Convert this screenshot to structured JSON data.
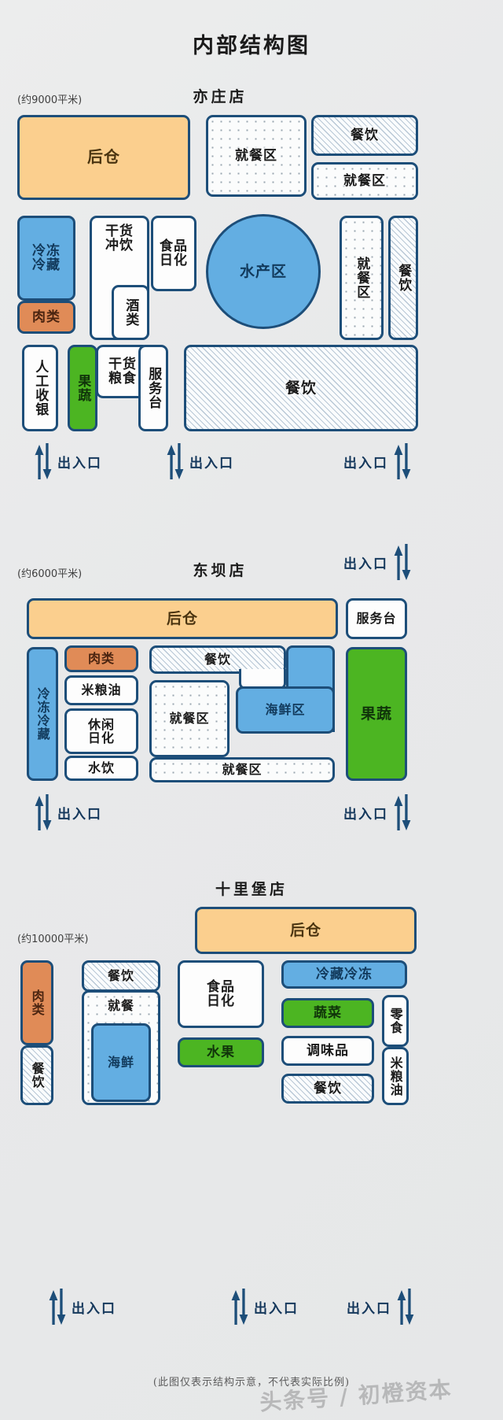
{
  "title": "内部结构图",
  "footnote": "(此图仅表示结构示意，不代表实际比例)",
  "watermark": "头条号 / 初橙资本",
  "labels": {
    "entrance": "出入口",
    "warehouse": "后仓",
    "dining_area": "就餐区",
    "dining_short": "就餐",
    "catering": "餐饮",
    "frozen_chilled": "冷冻\n冷藏",
    "chilled_frozen_h": "冷藏冷冻",
    "meat": "肉类",
    "dry_drink": "干货\n冲饮",
    "food_daily": "食品\n日化",
    "liquor": "酒类",
    "aquatic": "水产区",
    "seafood_area": "海鲜区",
    "seafood": "海鲜",
    "manual_cashier": "人工\n收银",
    "produce": "果蔬",
    "dry_grain": "干货\n粮食",
    "service_desk": "服务台",
    "rice_oil_h": "米粮油",
    "leisure_daily": "休闲\n日化",
    "water_drink": "水饮",
    "vegetables": "蔬菜",
    "fruits": "水果",
    "seasoning": "调味品",
    "snacks": "零食",
    "rice_oil_v": "米粮油"
  },
  "colors": {
    "border": "#1d4e79",
    "warehouse": "#fbcf8e",
    "meat": "#e08b57",
    "blue": "#63aee2",
    "green": "#4cb522",
    "background": "#e9eaeb",
    "entrance_text": "#15385c"
  },
  "stores": [
    {
      "id": "yizhuang",
      "name": "亦庄店",
      "area_note": "(约9000平米)",
      "zones": [
        {
          "name": "后仓",
          "fill": "warehouse",
          "orientation": "h"
        },
        {
          "name": "就餐区",
          "fill": "dots",
          "orientation": "h"
        },
        {
          "name": "餐饮",
          "fill": "hatch",
          "orientation": "h"
        },
        {
          "name": "就餐区",
          "fill": "dots",
          "orientation": "h"
        },
        {
          "name": "冷冻冷藏",
          "fill": "blue",
          "orientation": "h"
        },
        {
          "name": "肉类",
          "fill": "meat",
          "orientation": "h"
        },
        {
          "name": "干货冲饮",
          "fill": "white",
          "orientation": "h"
        },
        {
          "name": "食品日化",
          "fill": "white",
          "orientation": "h"
        },
        {
          "name": "酒类",
          "fill": "white",
          "orientation": "v"
        },
        {
          "name": "水产区",
          "fill": "blue",
          "orientation": "h",
          "shape": "circle"
        },
        {
          "name": "就餐区",
          "fill": "dots",
          "orientation": "v"
        },
        {
          "name": "餐饮",
          "fill": "hatch",
          "orientation": "v"
        },
        {
          "name": "人工收银",
          "fill": "white",
          "orientation": "v"
        },
        {
          "name": "果蔬",
          "fill": "green",
          "orientation": "v"
        },
        {
          "name": "干货粮食",
          "fill": "white",
          "orientation": "h"
        },
        {
          "name": "服务台",
          "fill": "white",
          "orientation": "v"
        },
        {
          "name": "餐饮",
          "fill": "hatch",
          "orientation": "h"
        }
      ],
      "entrances": 3
    },
    {
      "id": "dongba",
      "name": "东坝店",
      "area_note": "(约6000平米)",
      "zones": [
        {
          "name": "后仓",
          "fill": "warehouse",
          "orientation": "h"
        },
        {
          "name": "服务台",
          "fill": "white",
          "orientation": "h"
        },
        {
          "name": "冷冻冷藏",
          "fill": "blue",
          "orientation": "v"
        },
        {
          "name": "肉类",
          "fill": "meat",
          "orientation": "h"
        },
        {
          "name": "米粮油",
          "fill": "white",
          "orientation": "h"
        },
        {
          "name": "休闲日化",
          "fill": "white",
          "orientation": "h"
        },
        {
          "name": "水饮",
          "fill": "white",
          "orientation": "h"
        },
        {
          "name": "餐饮",
          "fill": "hatch",
          "orientation": "h"
        },
        {
          "name": "就餐区",
          "fill": "dots",
          "orientation": "h"
        },
        {
          "name": "海鲜区",
          "fill": "blue",
          "orientation": "h"
        },
        {
          "name": "就餐区",
          "fill": "dots",
          "orientation": "h"
        },
        {
          "name": "果蔬",
          "fill": "green",
          "orientation": "h"
        }
      ],
      "entrances": 3
    },
    {
      "id": "shilipu",
      "name": "十里堡店",
      "area_note": "(约10000平米)",
      "zones": [
        {
          "name": "后仓",
          "fill": "warehouse",
          "orientation": "h"
        },
        {
          "name": "肉类",
          "fill": "meat",
          "orientation": "v"
        },
        {
          "name": "餐饮",
          "fill": "hatch",
          "orientation": "v"
        },
        {
          "name": "餐饮",
          "fill": "hatch",
          "orientation": "h"
        },
        {
          "name": "就餐",
          "fill": "dots",
          "orientation": "h"
        },
        {
          "name": "海鲜",
          "fill": "blue",
          "orientation": "h"
        },
        {
          "name": "食品日化",
          "fill": "white",
          "orientation": "h"
        },
        {
          "name": "水果",
          "fill": "green",
          "orientation": "h"
        },
        {
          "name": "冷藏冷冻",
          "fill": "blue",
          "orientation": "h"
        },
        {
          "name": "蔬菜",
          "fill": "green",
          "orientation": "h"
        },
        {
          "name": "调味品",
          "fill": "white",
          "orientation": "h"
        },
        {
          "name": "餐饮",
          "fill": "hatch",
          "orientation": "h"
        },
        {
          "name": "零食",
          "fill": "white",
          "orientation": "v"
        },
        {
          "name": "米粮油",
          "fill": "white",
          "orientation": "v"
        }
      ],
      "entrances": 3
    }
  ]
}
